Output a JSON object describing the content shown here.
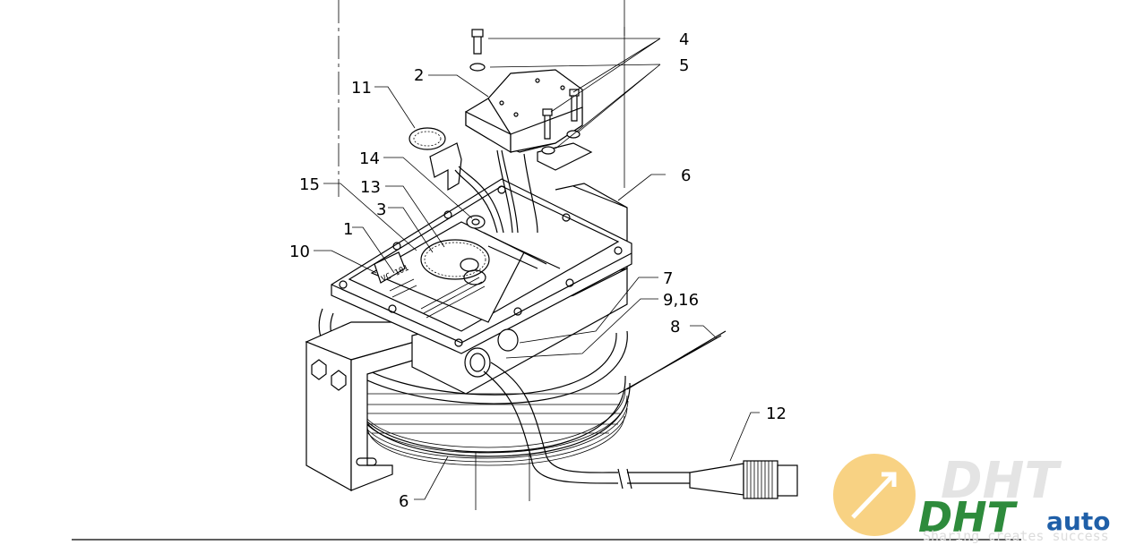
{
  "diagram": {
    "callouts": [
      {
        "id": "c4",
        "label": "4"
      },
      {
        "id": "c5",
        "label": "5"
      },
      {
        "id": "c2",
        "label": "2"
      },
      {
        "id": "c11",
        "label": "11"
      },
      {
        "id": "c6a",
        "label": "6"
      },
      {
        "id": "c14",
        "label": "14"
      },
      {
        "id": "c15",
        "label": "15"
      },
      {
        "id": "c13",
        "label": "13"
      },
      {
        "id": "c3",
        "label": "3"
      },
      {
        "id": "c1",
        "label": "1"
      },
      {
        "id": "c10",
        "label": "10"
      },
      {
        "id": "c7",
        "label": "7"
      },
      {
        "id": "c916",
        "label": "9,16"
      },
      {
        "id": "c8",
        "label": "8"
      },
      {
        "id": "c12",
        "label": "12"
      },
      {
        "id": "c6b",
        "label": "6"
      }
    ],
    "board_label": "VC 101"
  },
  "watermark": {
    "logo_text_top": "DHT",
    "logo_text_main": "DHT",
    "logo_text_auto": "auto",
    "tagline": "Sharing creates success",
    "colors": {
      "circle": "#f6c35a",
      "green": "#2e8b3c",
      "blue": "#1f5fa8",
      "grey": "#cfcfcf"
    }
  }
}
